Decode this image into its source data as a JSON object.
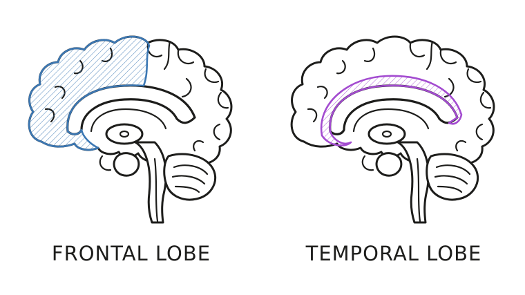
{
  "panels": [
    {
      "label": "FRONTAL LOBE",
      "highlight_color": "#3c78b4",
      "region": "frontal"
    },
    {
      "label": "TEMPORAL LOBE",
      "highlight_color": "#a34bd0",
      "region": "temporal"
    }
  ],
  "icons": [
    "brain-sagittal-icon",
    "brain-sagittal-icon"
  ]
}
